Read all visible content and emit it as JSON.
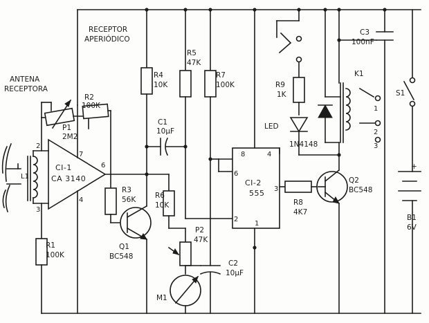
{
  "title": {
    "line1": "RECEPTOR",
    "line2": "APERIÓDICO"
  },
  "antenna": {
    "line1": "ANTENA",
    "line2": "RECEPTORA",
    "coil": "L1"
  },
  "ci1": {
    "name": "CI-1",
    "part": "CA 3140",
    "pins": {
      "p2": "2",
      "p3": "3",
      "p4": "4",
      "p6": "6",
      "p7": "7"
    }
  },
  "ci2": {
    "name": "CI-2",
    "part": "555",
    "pins": {
      "p1": "1",
      "p2": "2",
      "p3": "3",
      "p4": "4",
      "p6": "6",
      "p8": "8"
    }
  },
  "p1": {
    "ref": "P1",
    "value": "2M2"
  },
  "r1": {
    "ref": "R1",
    "value": "100K"
  },
  "r2": {
    "ref": "R2",
    "value": "100K"
  },
  "r3": {
    "ref": "R3",
    "value": "56K"
  },
  "r4": {
    "ref": "R4",
    "value": "10K"
  },
  "r5": {
    "ref": "R5",
    "value": "47K"
  },
  "r6": {
    "ref": "R6",
    "value": "10K"
  },
  "r7": {
    "ref": "R7",
    "value": "100K"
  },
  "r8": {
    "ref": "R8",
    "value": "4K7"
  },
  "r9": {
    "ref": "R9",
    "value": "1K"
  },
  "p2": {
    "ref": "P2",
    "value": "47K"
  },
  "c1": {
    "ref": "C1",
    "value": "10µF"
  },
  "c2": {
    "ref": "C2",
    "value": "10µF"
  },
  "c3": {
    "ref": "C3",
    "value": "100nF"
  },
  "q1": {
    "ref": "Q1",
    "value": "BC548"
  },
  "q2": {
    "ref": "Q2",
    "value": "BC548"
  },
  "led": {
    "label": "LED"
  },
  "d1": {
    "value": "1N4148"
  },
  "k1": {
    "ref": "K1",
    "c1": "1",
    "c2": "2",
    "c3": "3"
  },
  "s1": {
    "ref": "S1"
  },
  "b1": {
    "ref": "B1",
    "value": "6V",
    "plus": "+"
  },
  "m1": {
    "ref": "M1"
  }
}
